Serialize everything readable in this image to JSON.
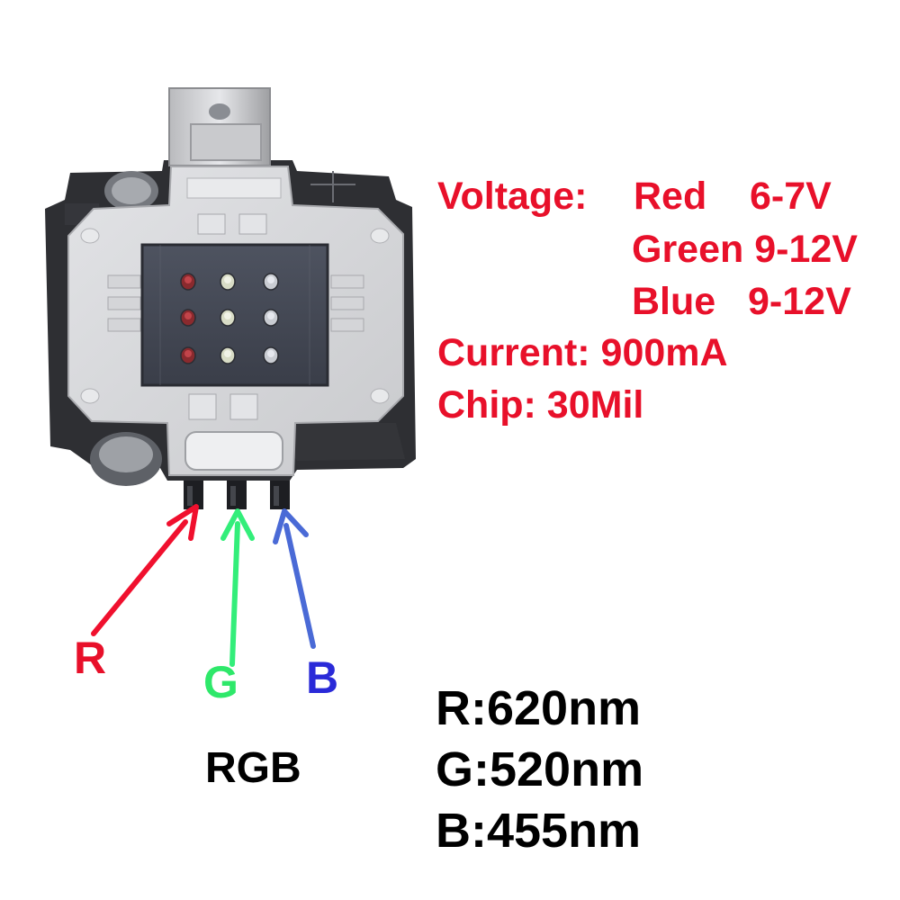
{
  "specs": {
    "voltage_label": "Voltage:",
    "voltage_red": "Red    6-7V",
    "voltage_green": "Green 9-12V",
    "voltage_blue": "Blue   9-12V",
    "current": "Current: 900mA",
    "chip": "Chip: 30Mil",
    "color": "#e8102a"
  },
  "pins": {
    "r": {
      "letter": "R",
      "color": "#e8102a"
    },
    "g": {
      "letter": "G",
      "color": "#2ee86a"
    },
    "b": {
      "letter": "B",
      "color": "#2a2ad8"
    }
  },
  "arrow_colors": {
    "r": "#f0102e",
    "g": "#33ee7a",
    "b": "#4a6ad6"
  },
  "caption": "RGB",
  "wavelengths": {
    "r": "R:620nm",
    "g": "G:520nm",
    "b": "B:455nm"
  },
  "led_module": {
    "type": "10W RGB LED chip",
    "dies": {
      "rows": 3,
      "columns": 3,
      "column_colors": [
        "red",
        "green",
        "blue"
      ]
    }
  }
}
